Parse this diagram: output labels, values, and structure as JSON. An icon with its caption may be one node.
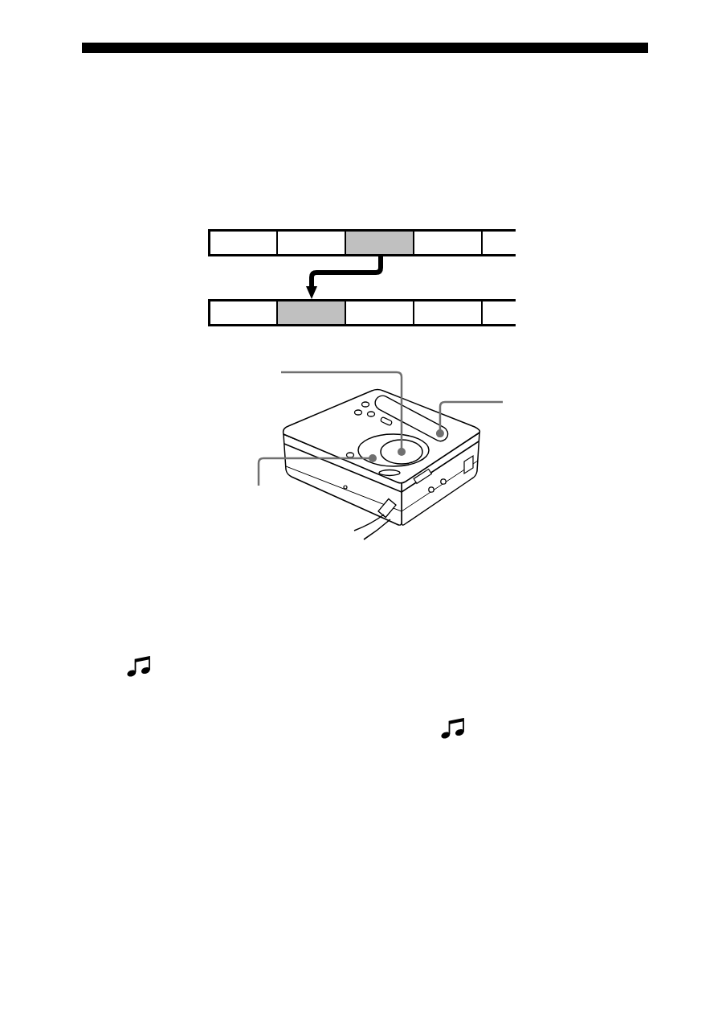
{
  "diagram": {
    "nodes": [
      {
        "text": [],
        "shape": "box"
      },
      {
        "text": [],
        "shape": "box"
      },
      {
        "text": [],
        "shape": "box"
      },
      {
        "text": [],
        "shape": "box"
      },
      {
        "text": [],
        "shape": "box"
      },
      {
        "text": [],
        "shape": "box"
      },
      {
        "text": [],
        "shape": "box"
      },
      {
        "text": [],
        "shape": "box"
      },
      {
        "text": [],
        "shape": "box"
      },
      {
        "text": [],
        "shape": "box"
      },
      {
        "text": [],
        "shape": "circle"
      },
      {
        "text": [],
        "shape": "circle",
        "in": 10
      },
      {
        "text": [],
        "shape": "box"
      }
    ],
    "edges": [
      {
        "from": 2,
        "to": 6,
        "arrow": "to",
        "style": "thick",
        "color": "#000000"
      },
      {
        "from": null,
        "to": 11,
        "arrow": "other"
      },
      {
        "from": null,
        "to": 12,
        "arrow": "other"
      },
      {
        "from": null,
        "to": 10,
        "arrow": "other"
      }
    ]
  }
}
